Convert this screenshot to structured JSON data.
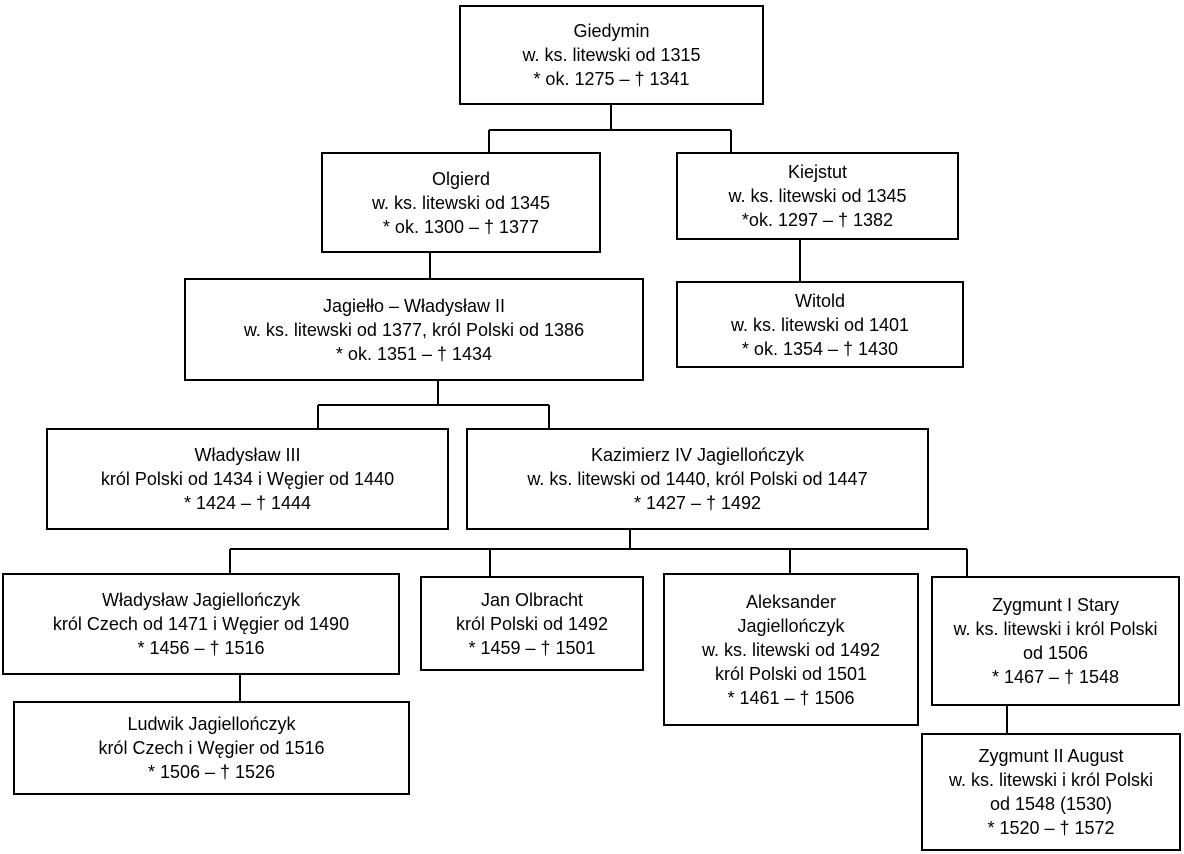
{
  "diagram": {
    "nodes": {
      "giedymin": {
        "name": "Giedymin",
        "lines": [
          "w. ks. litewski od 1315",
          "* ok. 1275 – † 1341"
        ]
      },
      "olgierd": {
        "name": "Olgierd",
        "lines": [
          "w. ks. litewski od 1345",
          "* ok. 1300 – † 1377"
        ]
      },
      "kiejstut": {
        "name": "Kiejstut",
        "lines": [
          "w. ks. litewski od 1345",
          "*ok. 1297 – † 1382"
        ]
      },
      "jagiello": {
        "name": "Jagiełło – Władysław II",
        "lines": [
          "w. ks. litewski od 1377, król Polski od 1386",
          "* ok. 1351 – † 1434"
        ]
      },
      "witold": {
        "name": "Witold",
        "lines": [
          "w. ks. litewski od 1401",
          "* ok. 1354 – † 1430"
        ]
      },
      "wladyslaw3": {
        "name": "Władysław III",
        "lines": [
          "król Polski od 1434 i Węgier od 1440",
          "* 1424 – † 1444"
        ]
      },
      "kazimierz4": {
        "name": "Kazimierz IV Jagiellończyk",
        "lines": [
          "w. ks. litewski od 1440, król Polski od 1447",
          "* 1427 – † 1492"
        ]
      },
      "wladyslaw_jag": {
        "name": "Władysław Jagiellończyk",
        "lines": [
          "król Czech od 1471 i Węgier od 1490",
          "* 1456 – † 1516"
        ]
      },
      "jan_olbracht": {
        "name": "Jan Olbracht",
        "lines": [
          "król Polski od 1492",
          "* 1459 – † 1501"
        ]
      },
      "aleksander": {
        "name": "Aleksander Jagiellończyk",
        "lines": [
          "w. ks. litewski od 1492",
          "król Polski od 1501",
          "* 1461 – † 1506"
        ]
      },
      "zygmunt1": {
        "name": "Zygmunt I Stary",
        "lines": [
          "w. ks. litewski i król Polski od 1506",
          "* 1467 – † 1548"
        ]
      },
      "ludwik": {
        "name": "Ludwik Jagiellończyk",
        "lines": [
          "król Czech i Węgier od 1516",
          "* 1506 – † 1526"
        ]
      },
      "zygmunt2": {
        "name": "Zygmunt II August",
        "lines": [
          "w. ks. litewski i król Polski od 1548 (1530)",
          "* 1520 – † 1572"
        ]
      }
    }
  }
}
